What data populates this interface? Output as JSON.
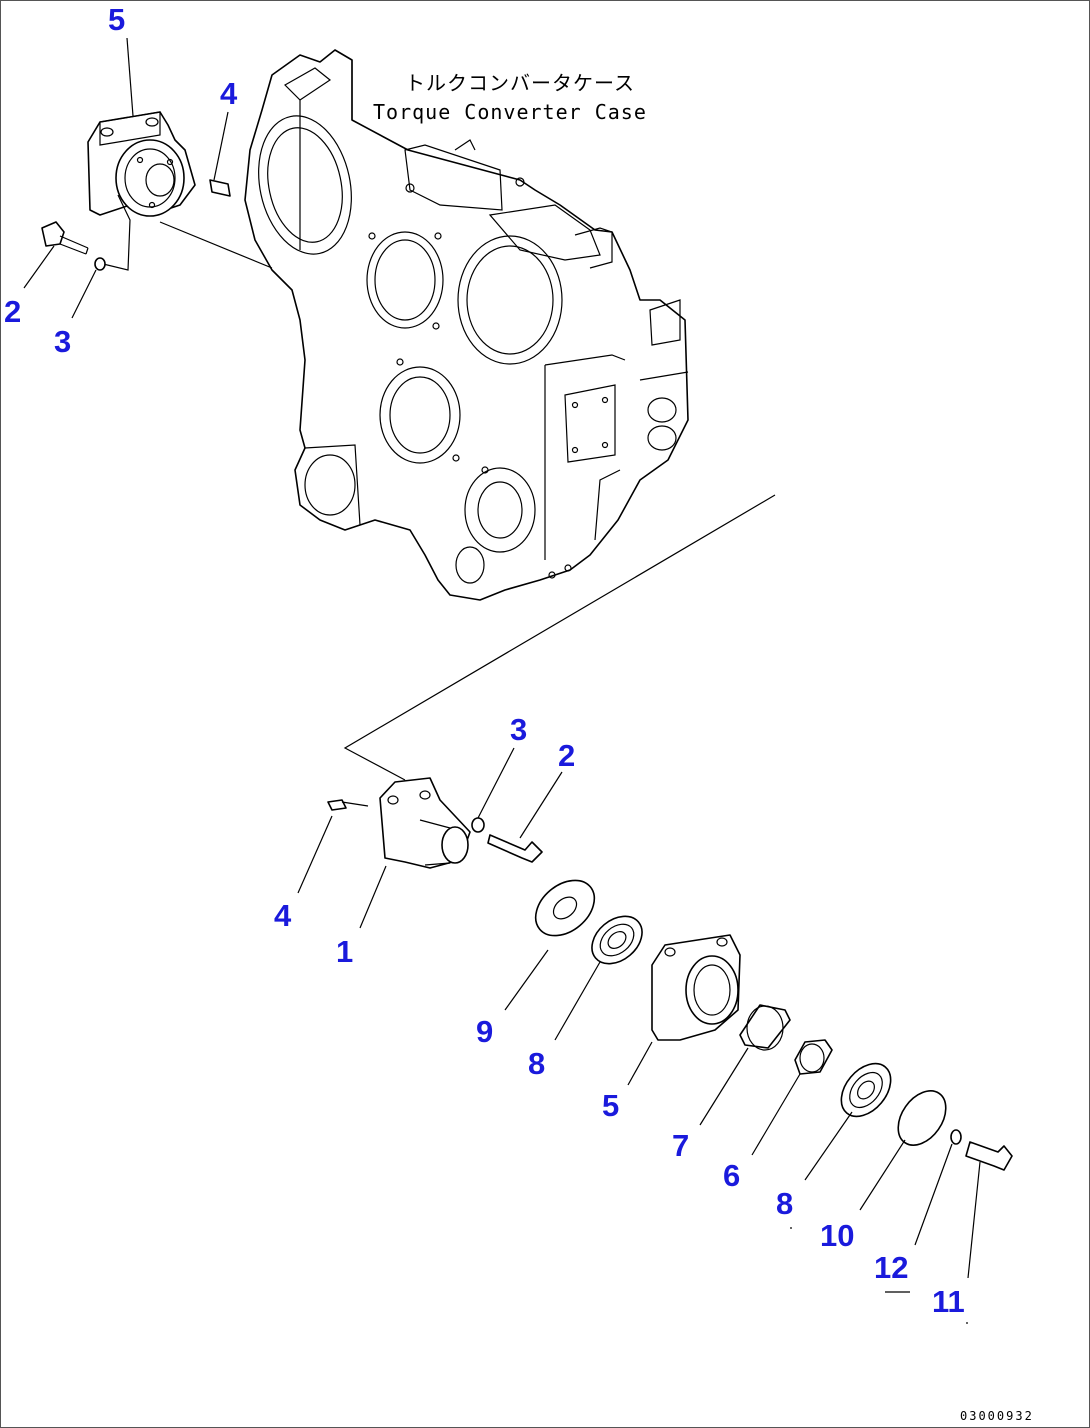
{
  "case_label": {
    "japanese": "トルクコンバータケース",
    "english": "Torque Converter Case"
  },
  "drawing_code": "03000932",
  "callout_color": "#1a1adc",
  "line_color": "#000000",
  "callouts": [
    {
      "text": "5"
    },
    {
      "text": "4"
    },
    {
      "text": "2"
    },
    {
      "text": "3"
    },
    {
      "text": "3"
    },
    {
      "text": "2"
    },
    {
      "text": "4"
    },
    {
      "text": "1"
    },
    {
      "text": "9"
    },
    {
      "text": "8"
    },
    {
      "text": "5"
    },
    {
      "text": "7"
    },
    {
      "text": "6"
    },
    {
      "text": "8"
    },
    {
      "text": "10"
    },
    {
      "text": "12"
    },
    {
      "text": "11"
    }
  ]
}
